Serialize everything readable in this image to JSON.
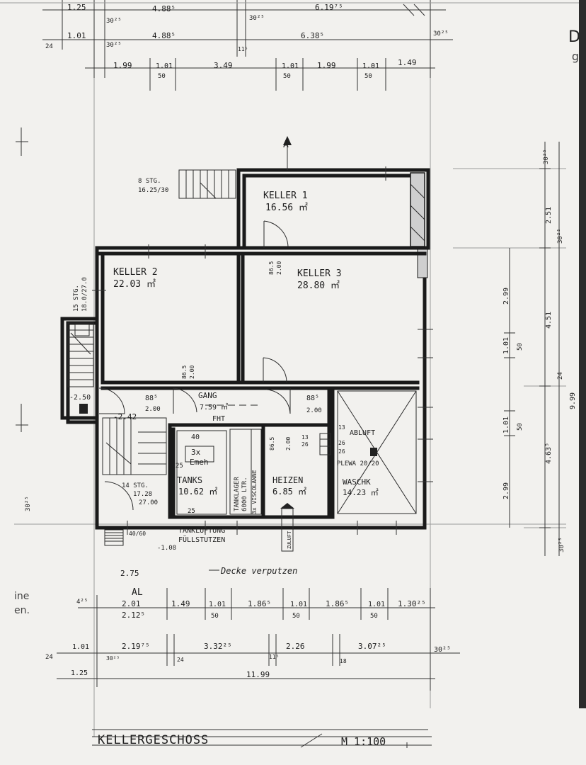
{
  "drawing_title": "KELLERGESCHOSS",
  "scale_label": "M 1:100",
  "edge_text": {
    "top_right_big": "D",
    "top_right_small": "g",
    "left_line1": "ine",
    "left_line2": "en."
  },
  "rooms": [
    {
      "id": "keller1",
      "name": "KELLER 1",
      "area": "16.56 ㎡"
    },
    {
      "id": "keller2",
      "name": "KELLER 2",
      "area": "22.03 ㎡"
    },
    {
      "id": "keller3",
      "name": "KELLER 3",
      "area": "28.80 ㎡"
    },
    {
      "id": "gang",
      "name": "GANG",
      "area": "7.59 ㎡"
    },
    {
      "id": "tanks",
      "name": "TANKS",
      "area": "10.62 ㎡"
    },
    {
      "id": "heizen",
      "name": "HEIZEN",
      "area": "6.85 ㎡"
    },
    {
      "id": "waschk",
      "name": "WASCHK",
      "area": "14.23 ㎡"
    }
  ],
  "notes": {
    "stair_top": "8 STG.",
    "stair_top_dims": "16.25/30",
    "stair_left": "15 STG.",
    "stair_left_dims": "18.0/27.0",
    "stair_bottom": "14 STG.",
    "stair_bottom_h": "17.28",
    "stair_bottom_w": "27.00",
    "tanks_count": "3x",
    "tanks_unit": "Emeh",
    "tanklager": "TANKLAGER",
    "tank_volume": "6000 LTR.",
    "visco": "3x VISCOLANNE",
    "fht": "FHT",
    "abluft": "ABLUFT",
    "plewa": "PLEWA 20/20",
    "tanklueftung": "TANKLÜFTUNG",
    "fuellstutzen": "FÜLLSTUTZEN",
    "decke": "Decke verputzen",
    "zuluft": "ZULUFT",
    "light_well": "40/60",
    "level_left": "-2.50",
    "level_stair": "-2.42",
    "level_bottom": "-1.08",
    "al": "AL",
    "section_marker": "A",
    "door_88": "88⁵",
    "door_200": "2.00",
    "door_8650": "86.5",
    "vent_13": "13",
    "vent_26": "26",
    "tank_40": "40",
    "tank_25": "25",
    "dim_275": "2.75",
    "dim_201": "2.01",
    "dim_2125": "2.12⁵"
  },
  "dims_top_row1": [
    "1.25",
    "4.88⁵",
    "30²⁵",
    "6.19⁷⁵"
  ],
  "dims_top_row2": [
    "1.01",
    "4.88⁵",
    "30²⁵",
    "6.38⁵",
    "30²⁵",
    "24",
    "11⁵"
  ],
  "dims_top_row3": [
    "1.99",
    "1.01",
    "50",
    "3.49",
    "1.01",
    "50",
    "1.99",
    "1.01",
    "50",
    "1.49"
  ],
  "dims_bottom_row1": [
    "4²⁵",
    "1.49",
    "1.01",
    "50",
    "1.86⁵",
    "1.01",
    "50",
    "1.86⁵",
    "1.01",
    "50",
    "1.30²⁵"
  ],
  "dims_bottom_row2": [
    "1.01",
    "2.19⁷⁵",
    "3.32²⁵",
    "2.26",
    "3.07²⁵",
    "30²⁵",
    "24",
    "30²⁵",
    "24",
    "11⁵",
    "18"
  ],
  "dims_bottom_row3": [
    "1.25",
    "11.99"
  ],
  "dims_right_inner": [
    "2.99",
    "1.01",
    "50",
    "1.01",
    "50",
    "2.99"
  ],
  "dims_right_outer": [
    "30²⁵",
    "2.51",
    "30²⁵",
    "4.51",
    "24",
    "4.63⁵",
    "30²⁵",
    "9.99"
  ],
  "dims_left": [
    "30²⁵"
  ],
  "colors": {
    "paper": "#f2f1ee",
    "ink": "#1e1e1e"
  }
}
